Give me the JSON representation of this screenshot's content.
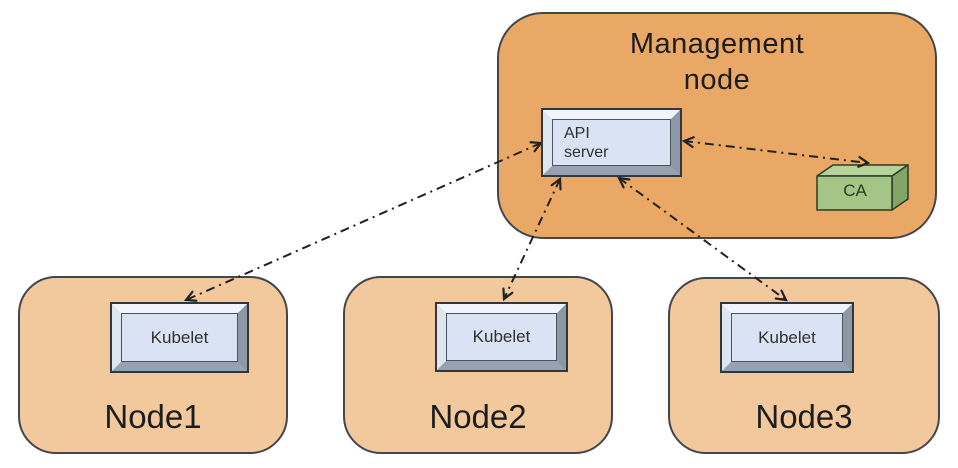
{
  "management_node": {
    "label": "Management node",
    "api_server_label": "API server",
    "ca_label": "CA"
  },
  "nodes": [
    {
      "label": "Node1",
      "component_label": "Kubelet"
    },
    {
      "label": "Node2",
      "component_label": "Kubelet"
    },
    {
      "label": "Node3",
      "component_label": "Kubelet"
    }
  ],
  "connections": [
    {
      "from": "api-server",
      "to": "node1-kubelet",
      "bidirectional": true,
      "style": "dash-dot"
    },
    {
      "from": "api-server",
      "to": "node2-kubelet",
      "bidirectional": true,
      "style": "dash-dot"
    },
    {
      "from": "api-server",
      "to": "node3-kubelet",
      "bidirectional": true,
      "style": "dash-dot"
    },
    {
      "from": "api-server",
      "to": "ca",
      "bidirectional": true,
      "style": "dash-dot"
    }
  ],
  "colors": {
    "background": "#FFFFFF",
    "management_fill": "#E9A865",
    "node_fill": "#F2C99C",
    "outline": "#43464A",
    "device_face": "#D9E3F3",
    "ca_front": "#A3C687",
    "ca_top": "#B5D29B",
    "ca_side": "#82A465",
    "arrow": "#222222",
    "text": "#1D1D1D"
  }
}
